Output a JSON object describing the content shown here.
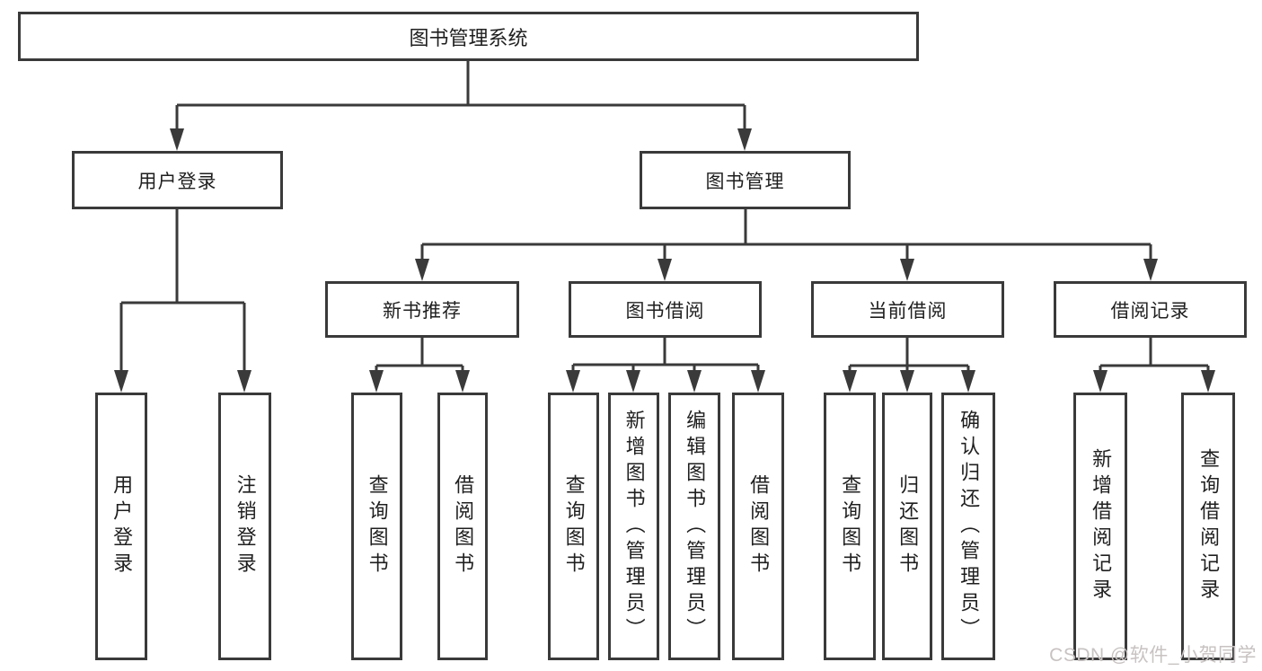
{
  "diagram": {
    "root": {
      "label": "图书管理系统"
    },
    "level2": [
      {
        "label": "用户登录"
      },
      {
        "label": "图书管理"
      }
    ],
    "level3": [
      {
        "label": "新书推荐"
      },
      {
        "label": "图书借阅"
      },
      {
        "label": "当前借阅"
      },
      {
        "label": "借阅记录"
      }
    ],
    "leaves": {
      "user_login": [
        "用户登录",
        "注销登录"
      ],
      "new_book": [
        "查询图书",
        "借阅图书"
      ],
      "book_borrow": [
        "查询图书",
        "新增图书（管理员）",
        "编辑图书（管理员）",
        "借阅图书"
      ],
      "current_borrow": [
        "查询图书",
        "归还图书",
        "确认归还（管理员）"
      ],
      "borrow_record": [
        "新增借阅记录",
        "查询借阅记录"
      ]
    }
  },
  "watermark": {
    "text": "CSDN @软件_小贺同学"
  },
  "colors": {
    "line": "#3a3a3a",
    "text": "#1f1f1f",
    "background": "#ffffff",
    "watermark": "#c8c2c2"
  }
}
